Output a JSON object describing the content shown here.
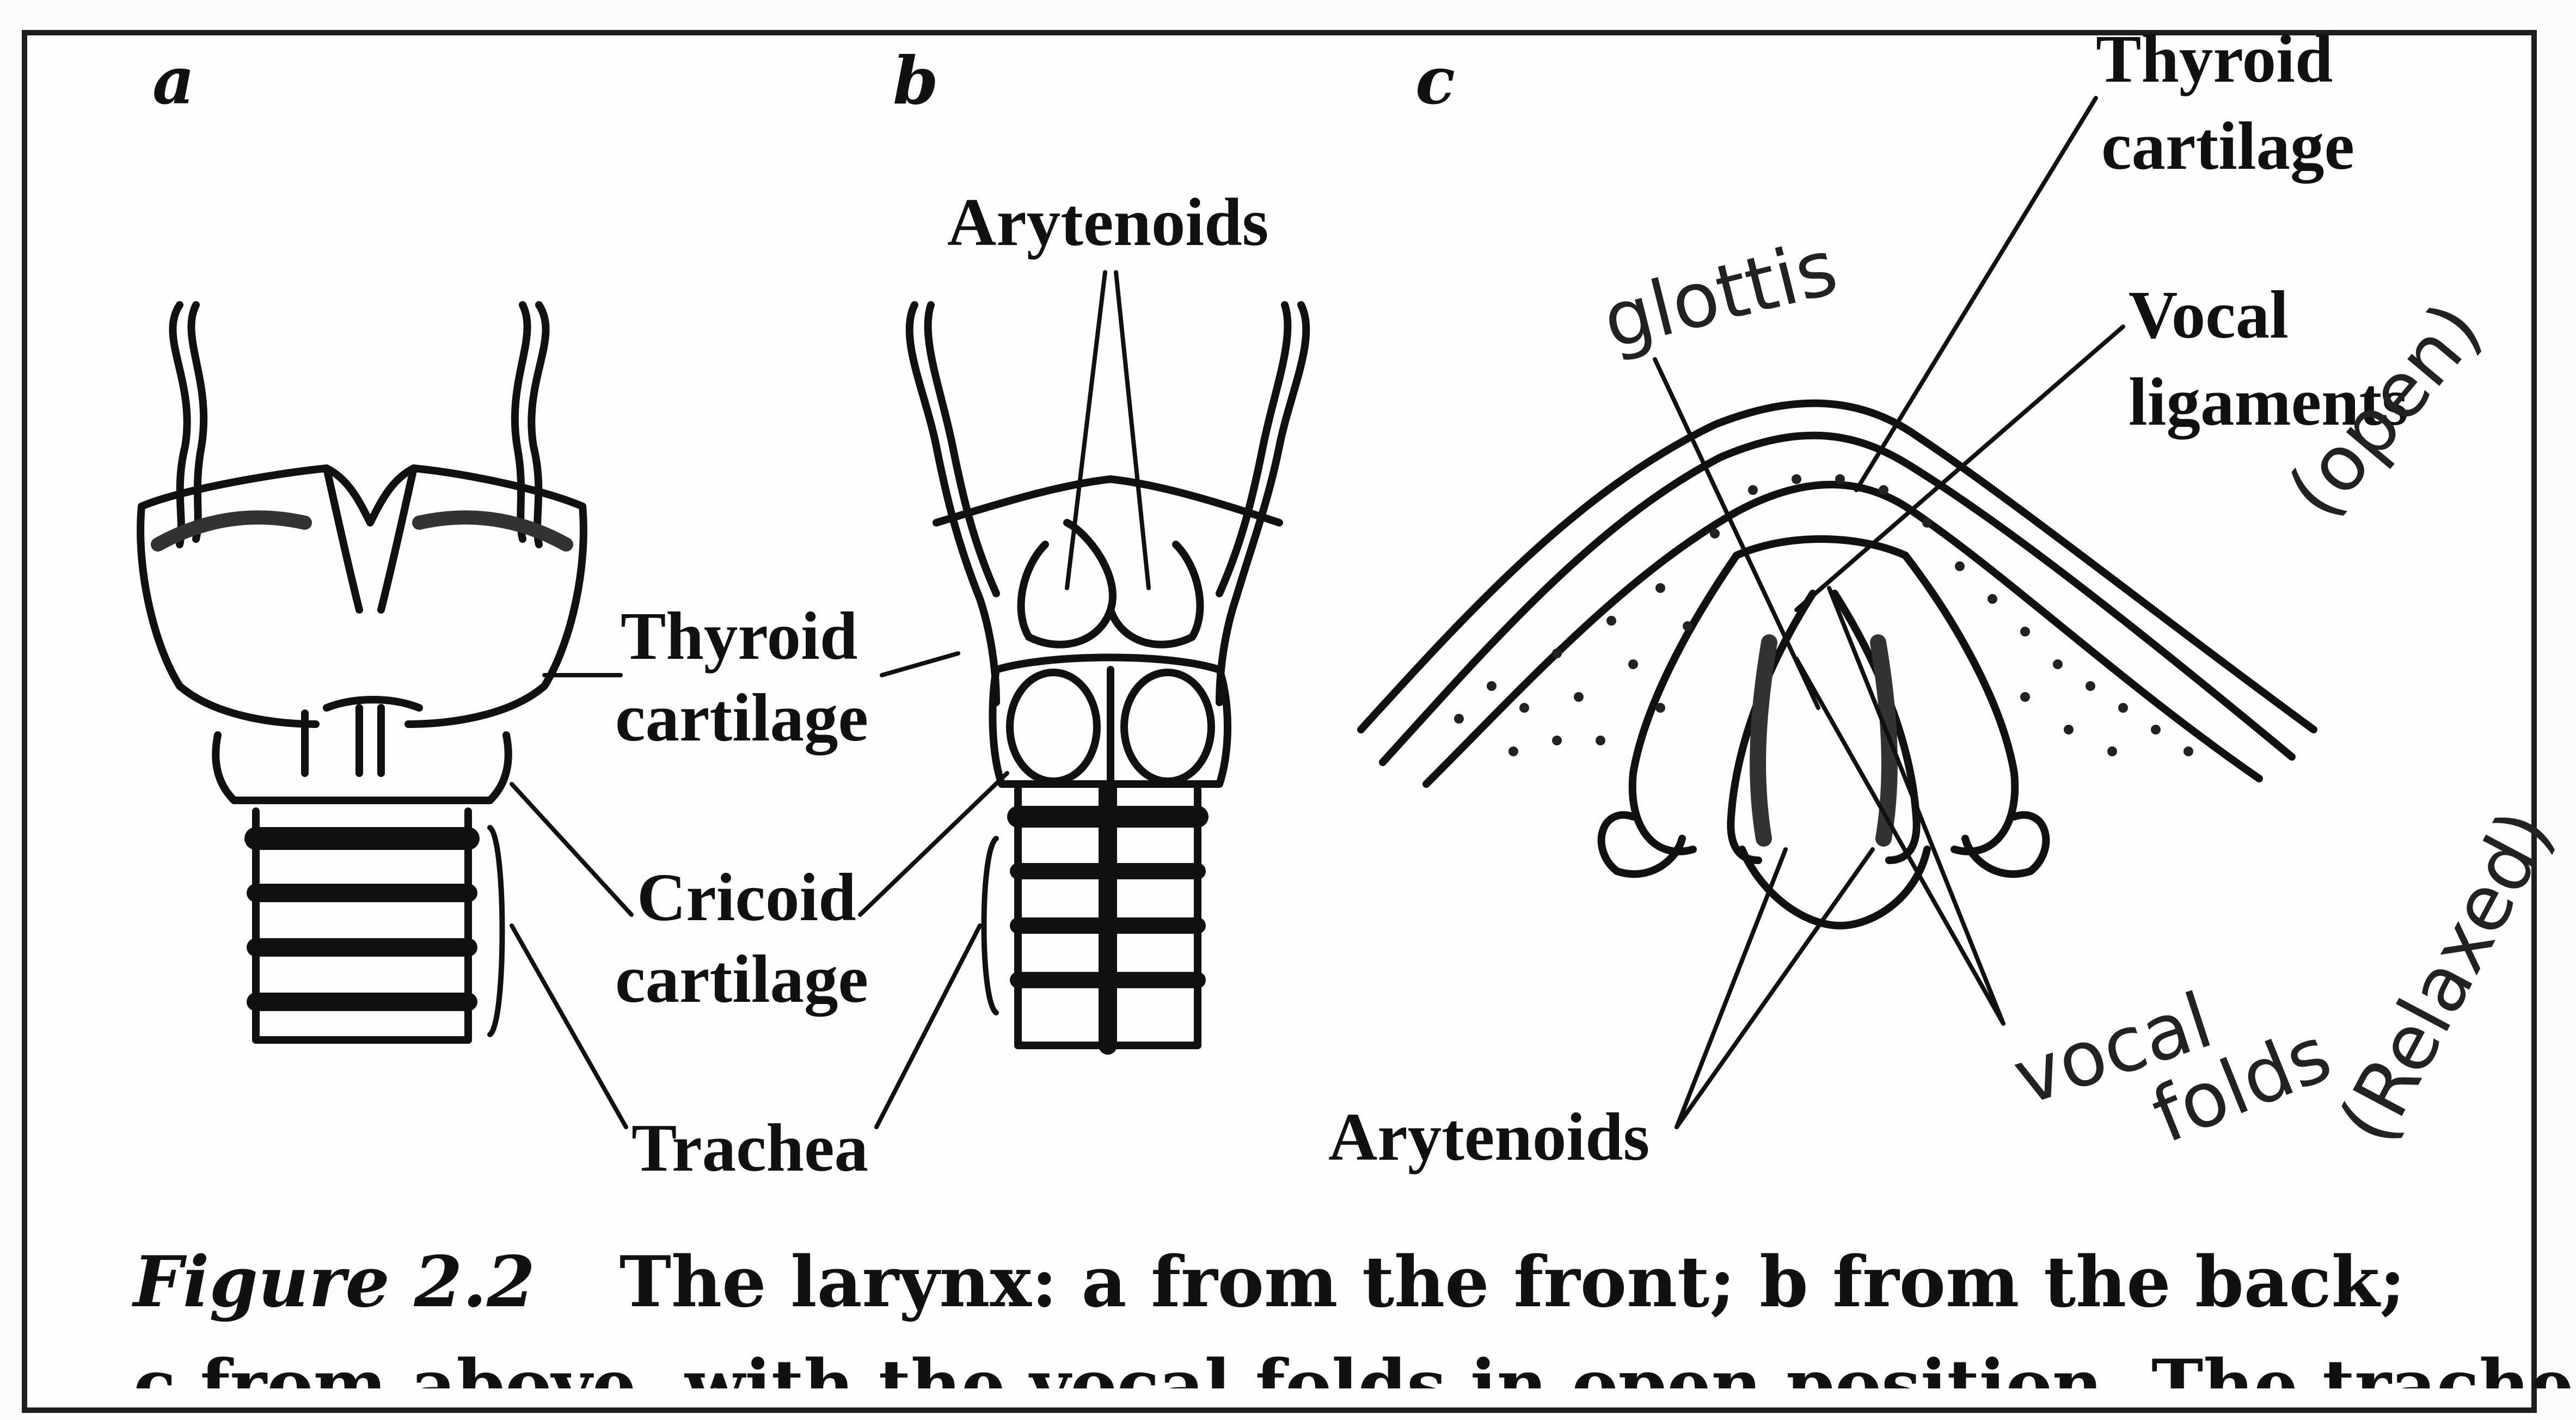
{
  "panels": {
    "a": "a",
    "b": "b",
    "c": "c"
  },
  "labels": {
    "arytenoids_top": "Arytenoids",
    "thyroid_line1": "Thyroid",
    "thyroid_line2": "cartilage",
    "cricoid_line1": "Cricoid",
    "cricoid_line2": "cartilage",
    "trachea": "Trachea",
    "c_thyroid_line1": "Thyroid",
    "c_thyroid_line2": "cartilage",
    "vocal_lig_line1": "Vocal",
    "vocal_lig_line2": "ligaments",
    "arytenoids_bottom": "Arytenoids"
  },
  "handwritten": {
    "glottis": "glottis",
    "open": "(open)",
    "vocal_folds_line1": "vocal",
    "vocal_folds_line2": "folds",
    "relaxed": "(Relaxed)"
  },
  "caption": {
    "figure_number": "Figure 2.2",
    "text": "The larynx: a from the front; b from the back;",
    "text_cut": "c from above, with the vocal folds in open position. The trachea"
  }
}
